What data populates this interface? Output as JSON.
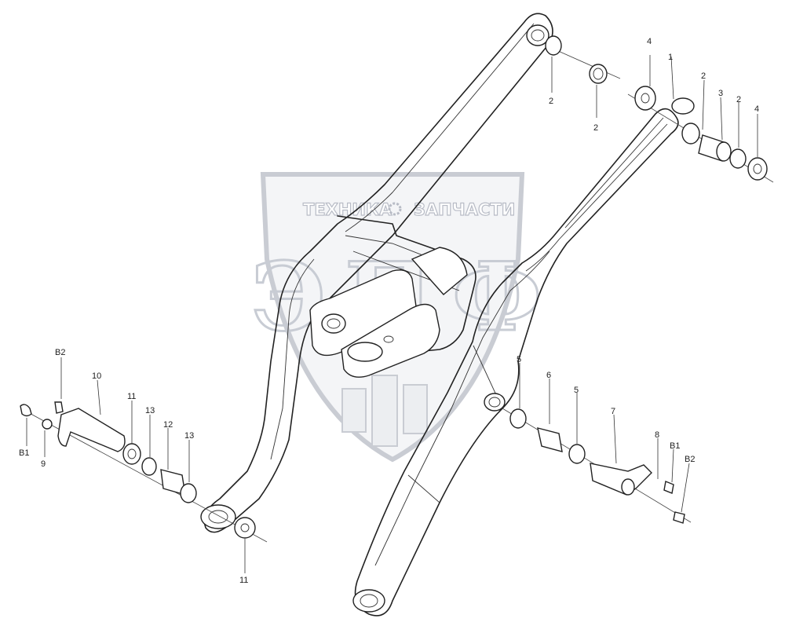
{
  "watermark": {
    "text_left": "ТЕХНИКА",
    "text_right": "ЗАПЧАСТИ",
    "logo": "ЭПФ"
  },
  "callouts": [
    {
      "id": "c1",
      "text": "1"
    },
    {
      "id": "c2a",
      "text": "2"
    },
    {
      "id": "c2b",
      "text": "2"
    },
    {
      "id": "c2c",
      "text": "2"
    },
    {
      "id": "c2d",
      "text": "2"
    },
    {
      "id": "c3",
      "text": "3"
    },
    {
      "id": "c4a",
      "text": "4"
    },
    {
      "id": "c4b",
      "text": "4"
    },
    {
      "id": "c5a",
      "text": "5"
    },
    {
      "id": "c5b",
      "text": "5"
    },
    {
      "id": "c6",
      "text": "6"
    },
    {
      "id": "c7",
      "text": "7"
    },
    {
      "id": "c8",
      "text": "8"
    },
    {
      "id": "c9",
      "text": "9"
    },
    {
      "id": "c10",
      "text": "10"
    },
    {
      "id": "c11a",
      "text": "11"
    },
    {
      "id": "c11b",
      "text": "11"
    },
    {
      "id": "c12",
      "text": "12"
    },
    {
      "id": "c13a",
      "text": "13"
    },
    {
      "id": "c13b",
      "text": "13"
    },
    {
      "id": "cb1a",
      "text": "В1"
    },
    {
      "id": "cb1b",
      "text": "В1"
    },
    {
      "id": "cb2a",
      "text": "В2"
    },
    {
      "id": "cb2b",
      "text": "В2"
    }
  ]
}
